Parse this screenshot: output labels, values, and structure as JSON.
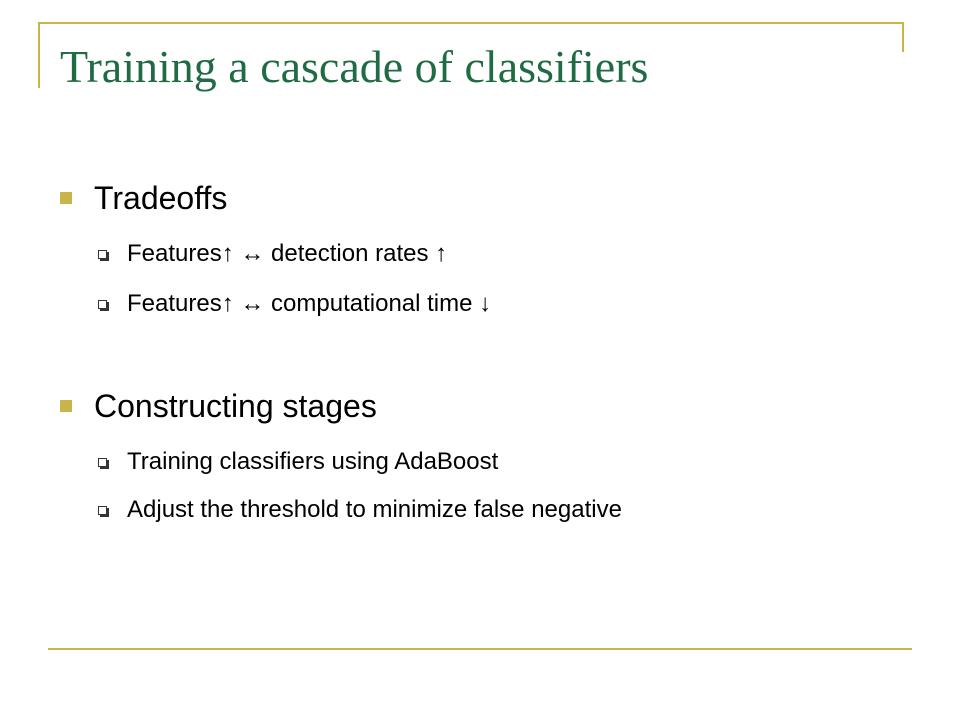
{
  "slide": {
    "title": "Training a cascade of classifiers",
    "sections": [
      {
        "heading": "Tradeoffs",
        "items": [
          "Features↑ ↔ detection rates ↑",
          "Features↑ ↔ computational time ↓"
        ]
      },
      {
        "heading": "Constructing stages",
        "items": [
          "Training classifiers using AdaBoost",
          "Adjust the threshold to minimize false negative"
        ]
      }
    ]
  },
  "colors": {
    "title": "#1f6b43",
    "accent": "#c8b44a",
    "text": "#000000"
  },
  "icons": {
    "level1_bullet": "filled-square",
    "level2_bullet": "hollow-square-with-shadow"
  }
}
